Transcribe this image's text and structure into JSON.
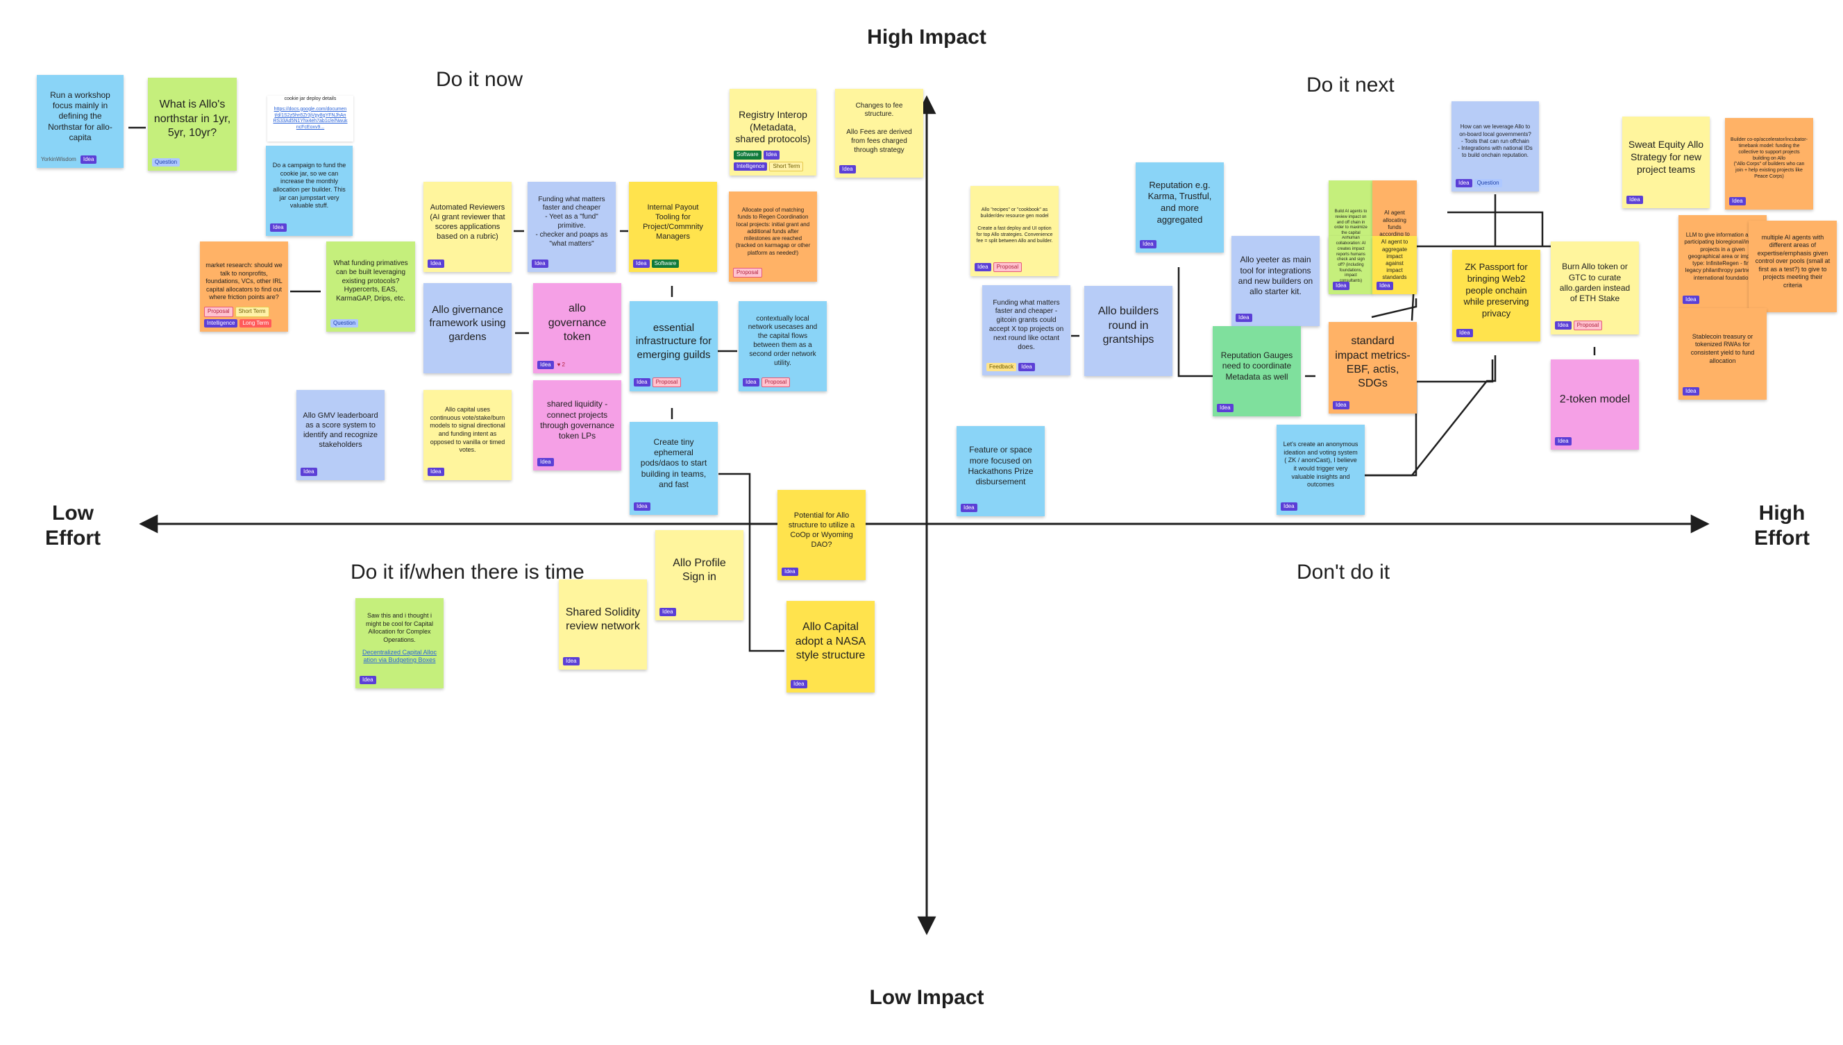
{
  "axes": {
    "top": "High Impact",
    "bottom": "Low Impact",
    "left": "Low\nEffort",
    "right": "High\nEffort"
  },
  "quadrants": {
    "top_left": "Do it now",
    "top_right": "Do it next",
    "bottom_left": "Do it if/when there is time",
    "bottom_right": "Don't do it"
  },
  "colors": {
    "cyan": "#8ad4f7",
    "lime": "#c5ef7c",
    "yellow": "#fff59d",
    "gold": "#ffe34d",
    "orange": "#ffb266",
    "blue": "#b7ccf7",
    "pink": "#f5a0e6",
    "green": "#7fe09d",
    "axis": "#1e1e1e"
  },
  "notes": [
    {
      "id": "workshop",
      "text": "Run a workshop focus mainly in defining the Northstar for allo-capita",
      "tags": [
        {
          "t": "author",
          "l": "YorkinWisdom"
        },
        {
          "t": "idea",
          "l": "Idea"
        }
      ]
    },
    {
      "id": "northstar",
      "text": "What is Allo's northstar in 1yr, 5yr, 10yr?",
      "tags": [
        {
          "t": "question",
          "l": "Question"
        }
      ]
    },
    {
      "id": "cookiejar-link",
      "text": "cookie jar deploy details",
      "link": "https://docs.google.com/document/d/1S2z5hn5Zr3jVpy8gYFNJhAnRS33Ad5N1Yhx4eh7ab1c/e/NwukncFcEoxv9...",
      "tags": []
    },
    {
      "id": "cookiejar",
      "text": "Do a campaign to fund the cookie jar, so we can increase the monthly allocation per builder. This jar can jumpstart very valuable stuff.",
      "tags": [
        {
          "t": "idea",
          "l": "Idea"
        }
      ]
    },
    {
      "id": "registry",
      "text": "Registry Interop (Metadata, shared protocols)",
      "tags": [
        {
          "t": "software",
          "l": "Software"
        },
        {
          "t": "idea",
          "l": "Idea"
        },
        {
          "t": "intelligence",
          "l": "Intelligence"
        },
        {
          "t": "shortterm",
          "l": "Short Term"
        }
      ]
    },
    {
      "id": "fees",
      "text": "Changes to fee structure.\n\nAllo Fees are derived from fees charged through strategy",
      "tags": [
        {
          "t": "idea",
          "l": "Idea"
        }
      ]
    },
    {
      "id": "market",
      "text": "market research: should we talk to nonprofits, foundations, VCs, other IRL capital allocators to find out where friction points are?",
      "tags": [
        {
          "t": "proposal",
          "l": "Proposal"
        },
        {
          "t": "shortterm",
          "l": "Short Term"
        },
        {
          "t": "intelligence",
          "l": "Intelligence"
        },
        {
          "t": "longterm",
          "l": "Long Term"
        }
      ]
    },
    {
      "id": "primatives",
      "text": "What funding primatives can be built leveraging existing protocols? Hypercerts, EAS, KarmaGAP, Drips, etc.",
      "tags": [
        {
          "t": "question",
          "l": "Question"
        }
      ]
    },
    {
      "id": "reviewers",
      "text": "Automated Reviewers\n(AI grant reviewer that scores applications based on a rubric)",
      "tags": [
        {
          "t": "idea",
          "l": "Idea"
        }
      ]
    },
    {
      "id": "funding-matters",
      "text": "Funding what matters faster and cheaper\n- Yeet as a \"fund\" primitive.\n- checker and poaps as \"what matters\"",
      "tags": [
        {
          "t": "idea",
          "l": "Idea"
        }
      ]
    },
    {
      "id": "payout",
      "text": "Internal Payout Tooling for Project/Commnity Managers",
      "tags": [
        {
          "t": "idea",
          "l": "Idea"
        },
        {
          "t": "software",
          "l": "Software"
        }
      ]
    },
    {
      "id": "regen-pool",
      "text": "Allocate pool of matching funds to Regen Coordination local projects: initial grant and additional funds after milestones are reached (tracked on karmagap or other platform as needed!)",
      "tags": [
        {
          "t": "proposal",
          "l": "Proposal"
        }
      ]
    },
    {
      "id": "givernance",
      "text": "Allo givernance framework using gardens",
      "tags": []
    },
    {
      "id": "gov-token",
      "text": "allo governance token",
      "tags": [
        {
          "t": "idea",
          "l": "Idea"
        },
        {
          "t": "emoji",
          "l": "♥ 2"
        }
      ]
    },
    {
      "id": "infra",
      "text": "essential infrastructure for emerging guilds",
      "tags": [
        {
          "t": "idea",
          "l": "Idea"
        },
        {
          "t": "proposal",
          "l": "Proposal"
        }
      ]
    },
    {
      "id": "local-network",
      "text": "contextually local network usecases and the capital flows between them as a second order network utility.",
      "tags": [
        {
          "t": "idea",
          "l": "Idea"
        },
        {
          "t": "proposal",
          "l": "Proposal"
        }
      ]
    },
    {
      "id": "gmv",
      "text": "Allo GMV leaderboard as a score system to identify and recognize stakeholders",
      "tags": [
        {
          "t": "idea",
          "l": "Idea"
        }
      ]
    },
    {
      "id": "continuous",
      "text": "Allo capital uses continuous vote/stake/burn models to signal directional and funding intent as opposed to vanilla or timed votes.",
      "tags": [
        {
          "t": "idea",
          "l": "Idea"
        }
      ]
    },
    {
      "id": "liquidity",
      "text": "shared liquidity - connect projects through governance token LPs",
      "tags": [
        {
          "t": "idea",
          "l": "Idea"
        }
      ]
    },
    {
      "id": "pods",
      "text": "Create tiny ephemeral pods/daos to start building in teams, and fast",
      "tags": [
        {
          "t": "idea",
          "l": "Idea"
        }
      ]
    },
    {
      "id": "coop",
      "text": "Potential for Allo structure to utilize a CoOp or Wyoming DAO?",
      "tags": [
        {
          "t": "idea",
          "l": "Idea"
        }
      ]
    },
    {
      "id": "profile",
      "text": "Allo Profile Sign in",
      "tags": [
        {
          "t": "idea",
          "l": "Idea"
        }
      ]
    },
    {
      "id": "solidity",
      "text": "Shared Solidity review network",
      "tags": [
        {
          "t": "idea",
          "l": "Idea"
        }
      ]
    },
    {
      "id": "nasa",
      "text": "Allo Capital adopt a NASA style structure",
      "tags": [
        {
          "t": "idea",
          "l": "Idea"
        }
      ]
    },
    {
      "id": "budgeting",
      "text": "Saw this and i thought i might be cool for Capital Allocation for Complex Operations.",
      "link": "Decentralized Capital Allocation via Budgeting Boxes",
      "tags": [
        {
          "t": "idea",
          "l": "Idea"
        }
      ]
    },
    {
      "id": "recipes",
      "text": "Allo \"recipes\" or \"cookbook\" as builder/dev resource gen model\n\nCreate a fast deploy and UI option for top Allo strategies. Convenience fee = split between Allo and builder.",
      "tags": [
        {
          "t": "idea",
          "l": "Idea"
        },
        {
          "t": "proposal",
          "l": "Proposal"
        }
      ]
    },
    {
      "id": "reputation-karma",
      "text": "Reputation e.g. Karma, Trustful, and more aggregated",
      "tags": [
        {
          "t": "idea",
          "l": "Idea"
        }
      ]
    },
    {
      "id": "yeeter",
      "text": "Allo yeeter as main tool for integrations and new builders on allo starter kit.",
      "tags": [
        {
          "t": "idea",
          "l": "Idea"
        }
      ]
    },
    {
      "id": "funding-octant",
      "text": "Funding what matters faster and cheaper - gitcoin grants could accept X top projects on next round like octant does.",
      "tags": [
        {
          "t": "feedback",
          "l": "Feedback"
        },
        {
          "t": "idea",
          "l": "Idea"
        }
      ]
    },
    {
      "id": "builders-round",
      "text": "Allo builders round in grantships",
      "tags": []
    },
    {
      "id": "gauges",
      "text": "Reputation Gauges need to coordinate Metadata as well",
      "tags": [
        {
          "t": "idea",
          "l": "Idea"
        }
      ]
    },
    {
      "id": "hackathons",
      "text": "Feature or space more focused on Hackathons Prize disbursement",
      "tags": [
        {
          "t": "idea",
          "l": "Idea"
        }
      ]
    },
    {
      "id": "ai-review",
      "text": "Build AI agents to review impact on and off chain in order to maximize the capital distribution to impactful projects?",
      "tags": [
        {
          "t": "idea",
          "l": "Idea"
        }
      ]
    },
    {
      "id": "ai-allocating",
      "text": "AI agent allocating funds according to project momentum",
      "tags": [
        {
          "t": "idea",
          "l": "Idea"
        }
      ]
    },
    {
      "id": "ai-human",
      "text": "AI/human collaboration: AI creates impact reports humans check and sign off? (including foundations, impact consultants)",
      "tags": [
        {
          "t": "idea",
          "l": "Idea"
        }
      ]
    },
    {
      "id": "ai-aggregate",
      "text": "AI agent to aggregate impact against impact standards",
      "tags": [
        {
          "t": "idea",
          "l": "Idea"
        }
      ]
    },
    {
      "id": "local-gov",
      "text": "How can we leverage Allo to on-board local governments?\n- Tools that can run offchain\n- Integrations with national IDs to build onchain reputation.",
      "tags": [
        {
          "t": "idea",
          "l": "Idea"
        },
        {
          "t": "question",
          "l": "Question"
        }
      ]
    },
    {
      "id": "zk",
      "text": "ZK Passport for bringing Web2 people onchain while preserving privacy",
      "tags": [
        {
          "t": "idea",
          "l": "Idea"
        }
      ]
    },
    {
      "id": "standard-impact",
      "text": "standard impact metrics- EBF, actis, SDGs",
      "tags": [
        {
          "t": "idea",
          "l": "Idea"
        }
      ]
    },
    {
      "id": "anonymous",
      "text": "Let's create an anonymous ideation and voting system ( ZK / anonCast), I believe it would trigger very valuable insights and outcomes",
      "tags": [
        {
          "t": "idea",
          "l": "Idea"
        }
      ]
    },
    {
      "id": "burn",
      "text": "Burn Allo token or GTC to curate allo.garden instead of ETH Stake",
      "tags": [
        {
          "t": "idea",
          "l": "Idea"
        },
        {
          "t": "proposal",
          "l": "Proposal"
        }
      ]
    },
    {
      "id": "two-token",
      "text": "2-token model",
      "tags": [
        {
          "t": "idea",
          "l": "Idea"
        }
      ]
    },
    {
      "id": "sweat",
      "text": "Sweat Equity Allo Strategy for new project teams",
      "tags": [
        {
          "t": "idea",
          "l": "Idea"
        }
      ]
    },
    {
      "id": "incubator",
      "text": "Builder co-op/accelerator/incubator-timebank model: funding the collective to support projects building on Allo\n(\"Allo Corps\" of builders who can join + help existing projects like Peace Corps)",
      "tags": [
        {
          "t": "idea",
          "l": "Idea"
        }
      ]
    },
    {
      "id": "llm",
      "text": "LLM to give information about participating bioregional/impact projects in a given geographical area or impact type: InfiniteRegen - find legacy philanthropy partner eg international foundation",
      "tags": [
        {
          "t": "idea",
          "l": "Idea"
        }
      ]
    },
    {
      "id": "multi-ai",
      "text": "multiple AI agents with different areas of expertise/emphasis given control over pools (small at first as a test?) to give to projects meeting their criteria",
      "tags": []
    },
    {
      "id": "stablecoin",
      "text": "Stablecoin treasury or tokenized RWAs for consistent yield to fund allocation",
      "tags": [
        {
          "t": "idea",
          "l": "Idea"
        }
      ]
    }
  ]
}
